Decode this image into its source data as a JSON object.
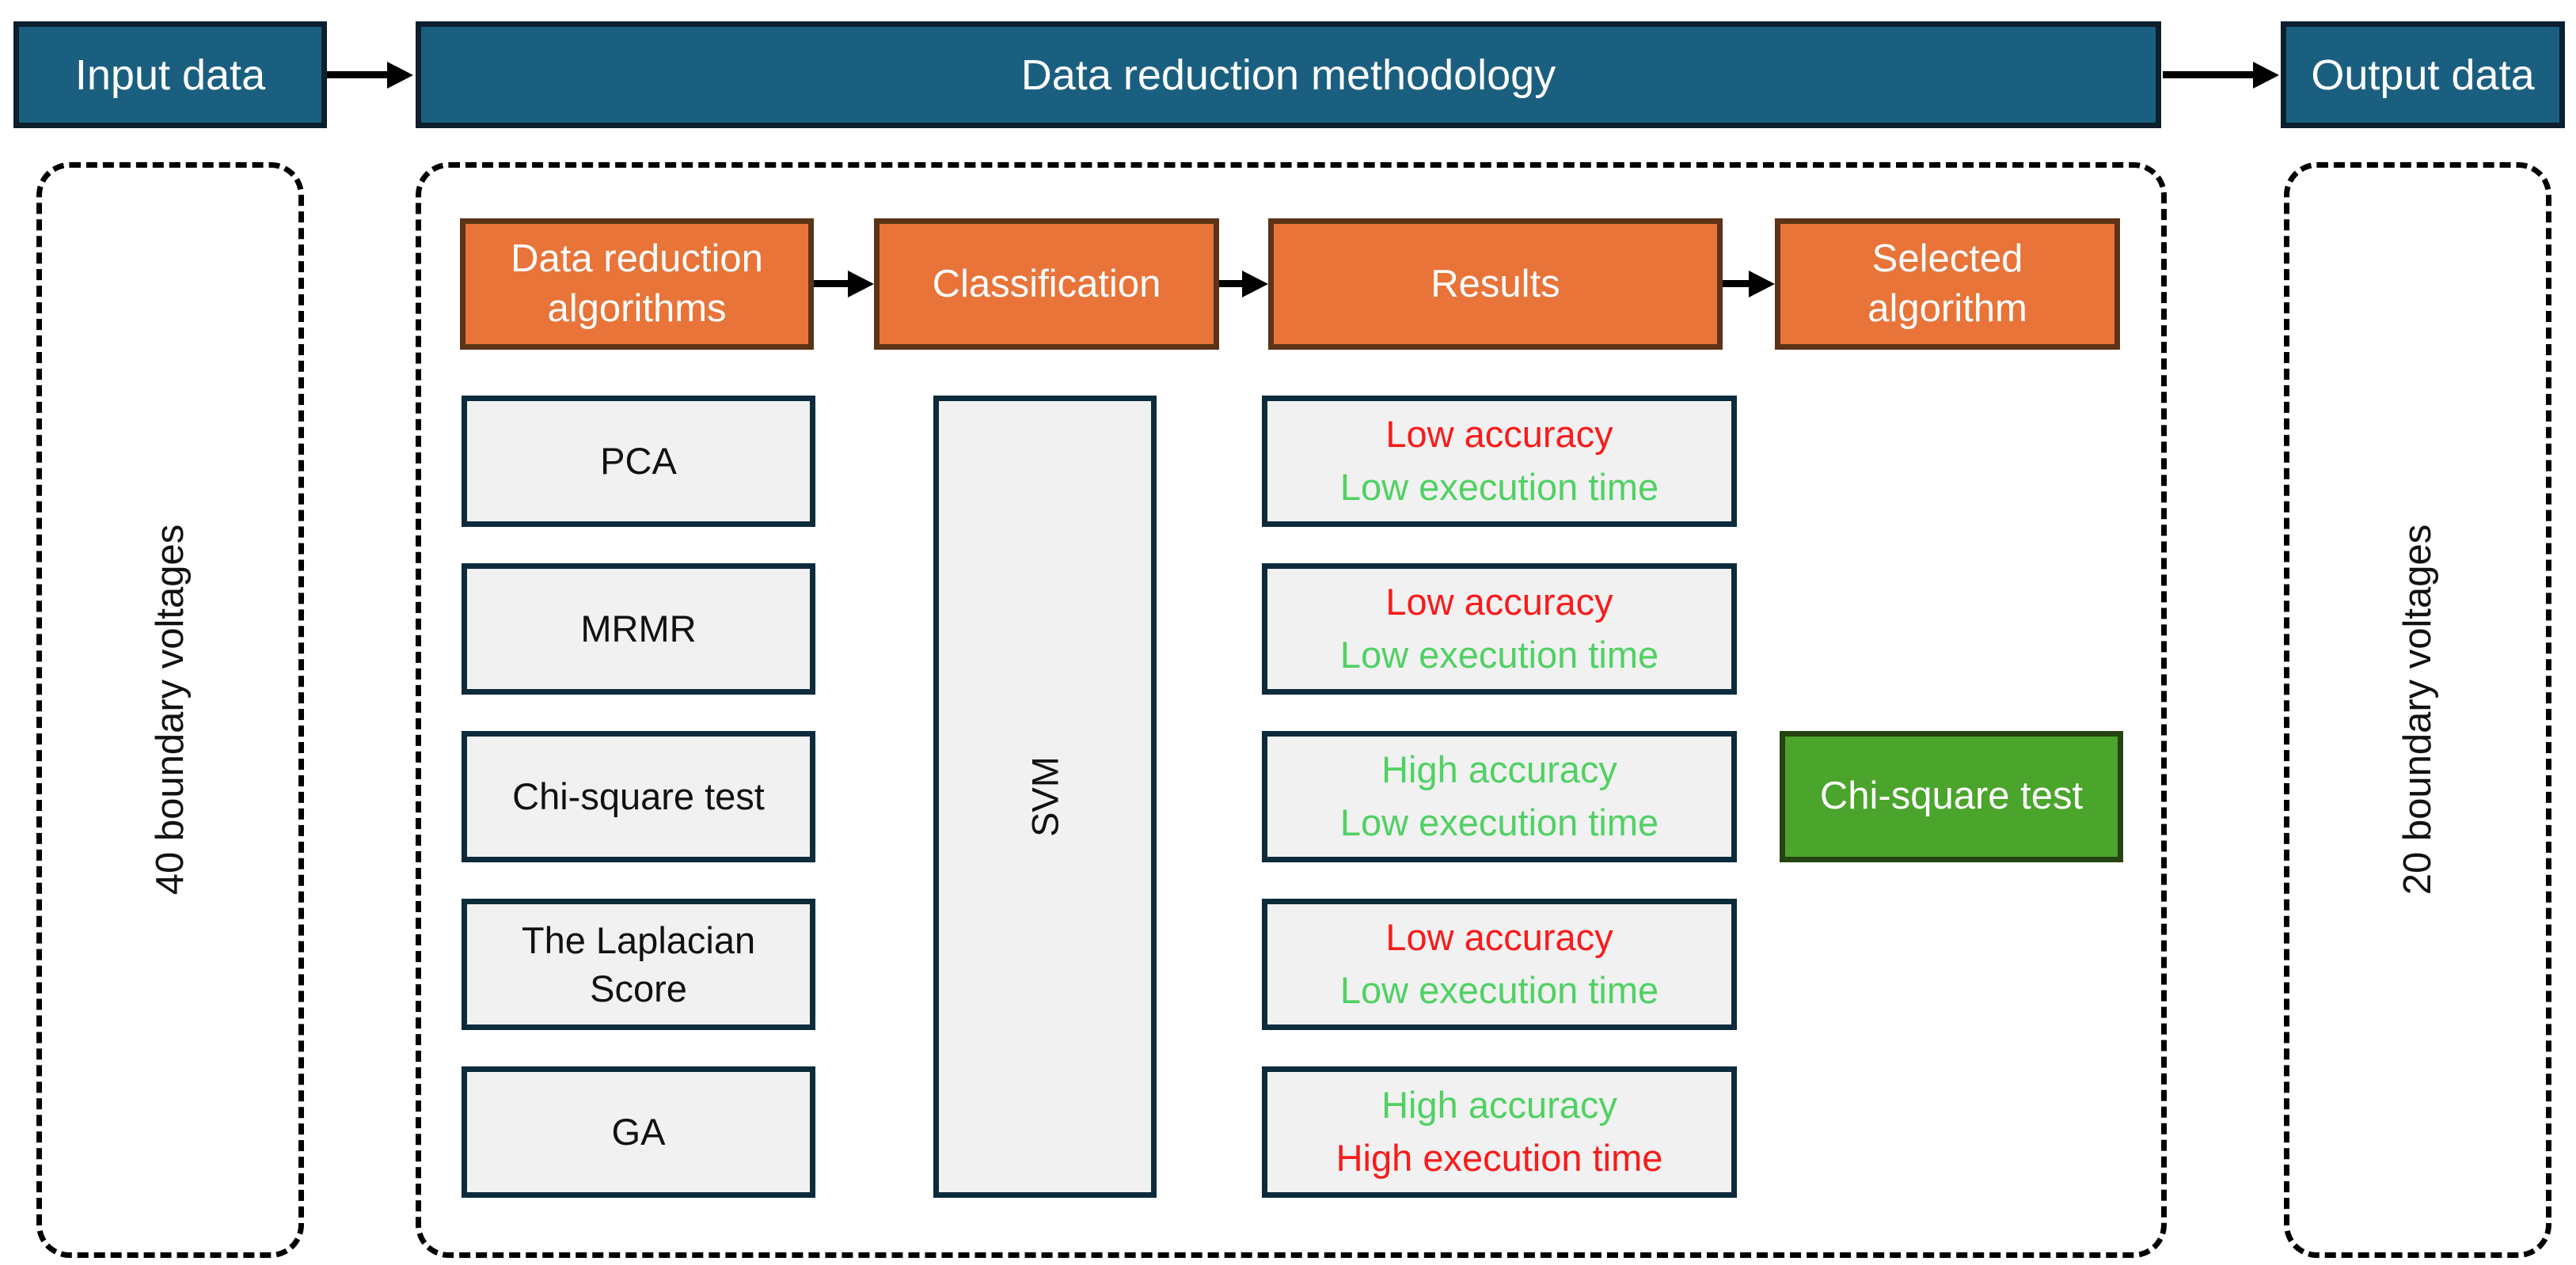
{
  "flow": {
    "input_label": "Input data",
    "methodology_label": "Data reduction methodology",
    "output_label": "Output data"
  },
  "input_panel": {
    "label": "40 boundary voltages"
  },
  "output_panel": {
    "label": "20 boundary voltages"
  },
  "methodology": {
    "stages": [
      "Data reduction algorithms",
      "Classification",
      "Results",
      "Selected algorithm"
    ],
    "algorithms": [
      "PCA",
      "MRMR",
      "Chi-square test",
      "The Laplacian Score",
      "GA"
    ],
    "classifier": "SVM",
    "results": [
      {
        "accuracy": "Low accuracy",
        "accuracy_tone": "bad",
        "time": "Low execution time",
        "time_tone": "good"
      },
      {
        "accuracy": "Low accuracy",
        "accuracy_tone": "bad",
        "time": "Low execution time",
        "time_tone": "good"
      },
      {
        "accuracy": "High accuracy",
        "accuracy_tone": "good",
        "time": "Low execution time",
        "time_tone": "good"
      },
      {
        "accuracy": "Low accuracy",
        "accuracy_tone": "bad",
        "time": "Low execution time",
        "time_tone": "good"
      },
      {
        "accuracy": "High accuracy",
        "accuracy_tone": "good",
        "time": "High execution time",
        "time_tone": "bad"
      }
    ],
    "selected_algorithm": "Chi-square test"
  },
  "colors": {
    "teal_fill": "#1B5F80",
    "teal_border": "#0D1F2D",
    "orange_fill": "#E87439",
    "orange_border": "#5C3317",
    "gray_fill": "#F1F1F1",
    "gray_border": "#0C2B3B",
    "green_fill": "#4BA42C",
    "green_border": "#254412",
    "good_text": "#50D163",
    "bad_text": "#F91B1B",
    "arrow": "#000000"
  }
}
